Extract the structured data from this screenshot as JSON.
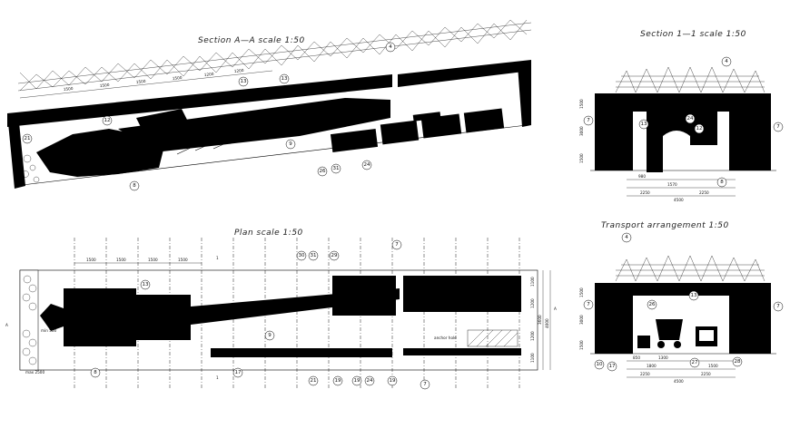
{
  "titles": {
    "section_aa": "Section A—A scale  1:50",
    "section_11": "Section 1—1  scale 1:50",
    "plan": "Plan    scale 1:50",
    "transport": "Transport arrangement    1:50"
  },
  "section_aa": {
    "dims": [
      "1500",
      "1500",
      "1500",
      "1500",
      "1200",
      "1200"
    ],
    "tags": [
      "4",
      "13",
      "13",
      "12",
      "21",
      "9",
      "8",
      "24",
      "26",
      "31"
    ]
  },
  "plan": {
    "top_dims": [
      "1500",
      "1500",
      "1500",
      "1500"
    ],
    "dims_right": [
      "1100",
      "1200",
      "3600",
      "4000",
      "1200",
      "1100"
    ],
    "left_marks": [
      "min 500",
      "max 2500"
    ],
    "note": "anchor hole",
    "tags": [
      "7",
      "13",
      "30",
      "31",
      "29",
      "9",
      "8",
      "17",
      "21",
      "19",
      "19",
      "24",
      "19",
      "7"
    ],
    "markers": [
      "1",
      "1",
      "A",
      "A"
    ]
  },
  "section_11": {
    "tags": [
      "4",
      "7",
      "7",
      "13",
      "24",
      "12",
      "8"
    ],
    "dims_bottom": [
      "980",
      "1570",
      "2250",
      "2250",
      "4500"
    ],
    "dims_side": [
      "1500",
      "3000",
      "1500"
    ]
  },
  "transport": {
    "tags": [
      "4",
      "7",
      "7",
      "26",
      "13",
      "10",
      "17",
      "27",
      "28"
    ],
    "dims_bottom": [
      "850",
      "1300",
      "1800",
      "1500",
      "2250",
      "2250",
      "4500"
    ],
    "dims_side": [
      "1500",
      "3000",
      "1500"
    ]
  }
}
